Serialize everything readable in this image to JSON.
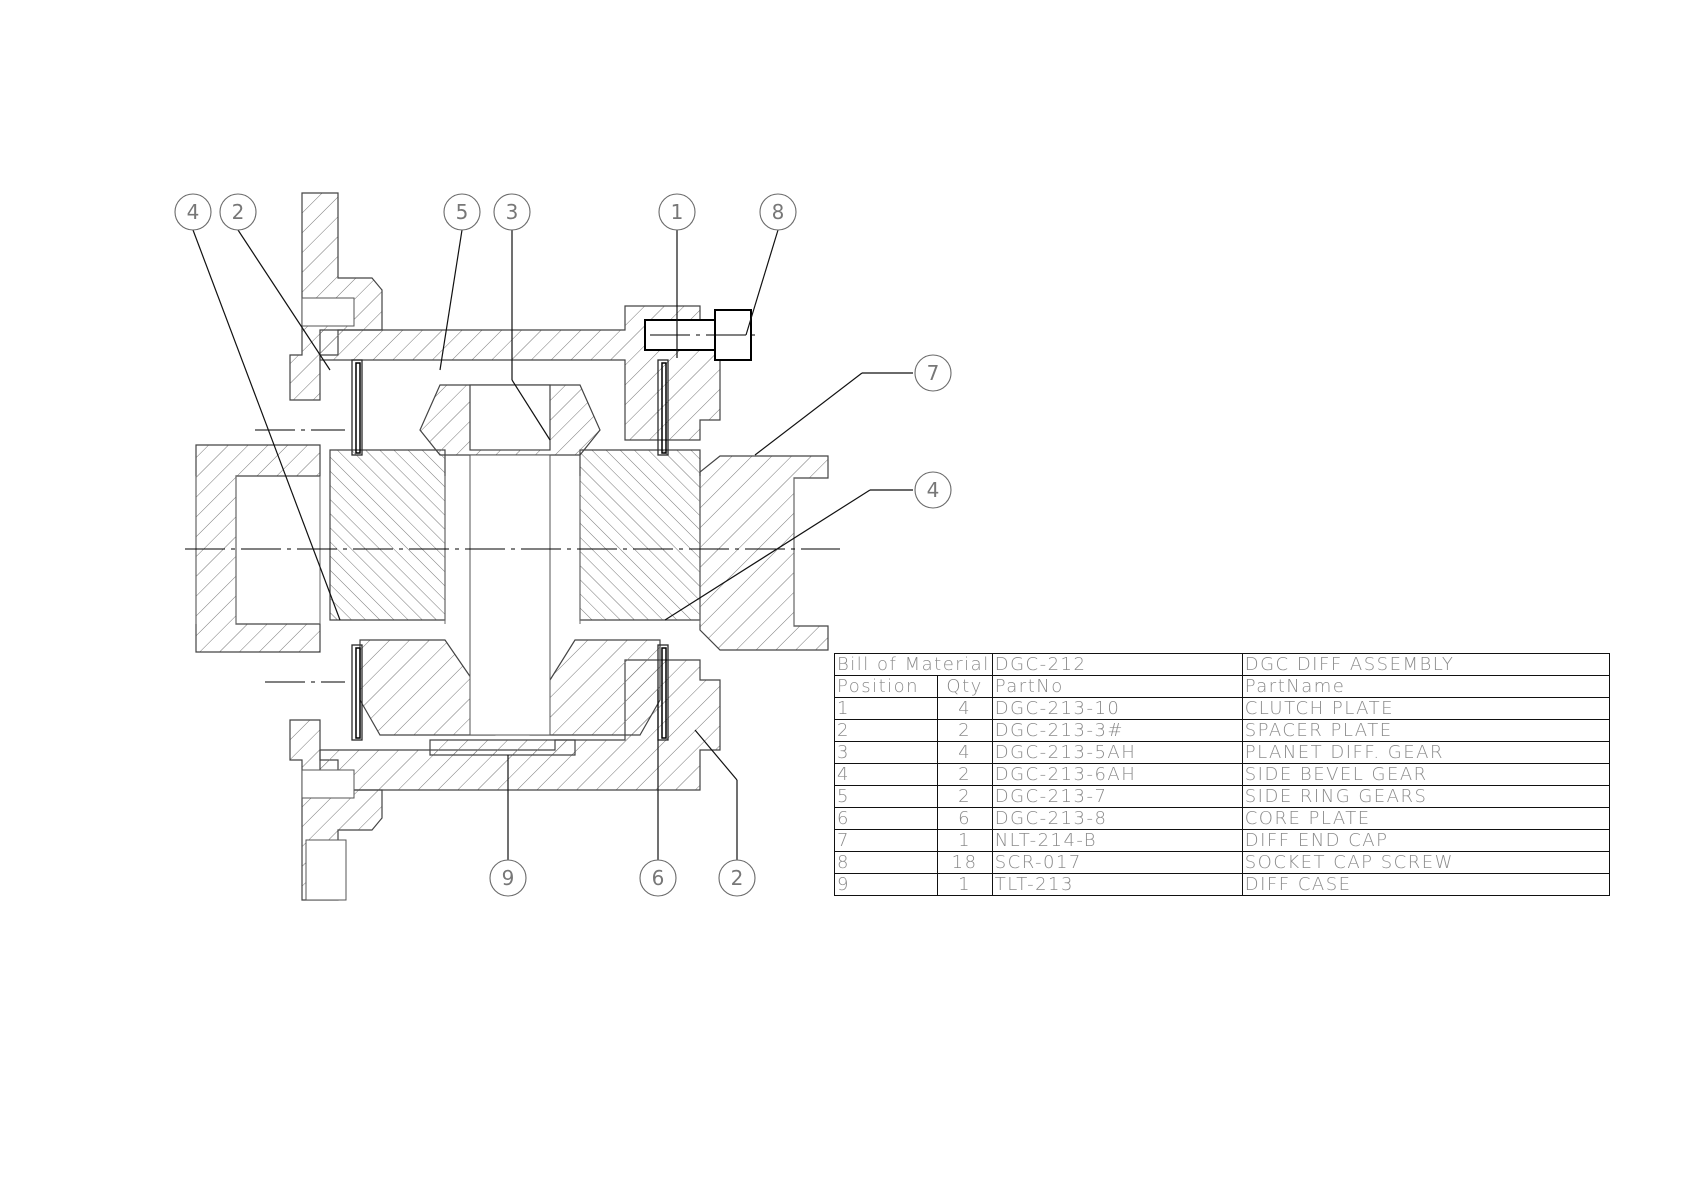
{
  "balloons": [
    {
      "label": "4"
    },
    {
      "label": "2"
    },
    {
      "label": "5"
    },
    {
      "label": "3"
    },
    {
      "label": "1"
    },
    {
      "label": "8"
    },
    {
      "label": "7"
    },
    {
      "label": "4"
    },
    {
      "label": "9"
    },
    {
      "label": "6"
    },
    {
      "label": "2"
    }
  ],
  "bom": {
    "header": [
      "Bill of Material",
      "DGC-212",
      "DGC DIFF ASSEMBLY"
    ],
    "columns": [
      "Position",
      "Qty",
      "PartNo",
      "PartName"
    ],
    "rows": [
      [
        "1",
        "4",
        "DGC-213-10",
        "CLUTCH PLATE"
      ],
      [
        "2",
        "2",
        "DGC-213-3#",
        "SPACER PLATE"
      ],
      [
        "3",
        "4",
        "DGC-213-5AH",
        "PLANET DIFF. GEAR"
      ],
      [
        "4",
        "2",
        "DGC-213-6AH",
        "SIDE BEVEL GEAR"
      ],
      [
        "5",
        "2",
        "DGC-213-7",
        "SIDE RING GEARS"
      ],
      [
        "6",
        "6",
        "DGC-213-8",
        "CORE PLATE"
      ],
      [
        "7",
        "1",
        "NLT-214-B",
        "DIFF END CAP"
      ],
      [
        "8",
        "18",
        "SCR-017",
        "SOCKET CAP SCREW"
      ],
      [
        "9",
        "1",
        "TLT-213",
        "DIFF CASE"
      ]
    ]
  }
}
